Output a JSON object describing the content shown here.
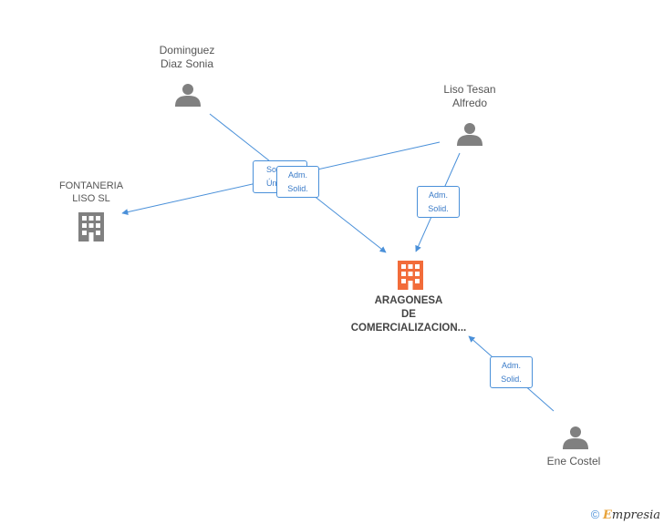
{
  "colors": {
    "edge": "#4a90d9",
    "person": "#808080",
    "company": "#808080",
    "focus_company": "#f26c3a"
  },
  "nodes": {
    "dominguez": {
      "lines": [
        "Dominguez",
        "Diaz Sonia"
      ],
      "icon": "person-icon"
    },
    "liso_tesan": {
      "lines": [
        "Liso Tesan",
        "Alfredo"
      ],
      "icon": "person-icon"
    },
    "fontaneria": {
      "lines": [
        "FONTANERIA",
        "LISO SL"
      ],
      "icon": "building-icon"
    },
    "aragonesa": {
      "lines": [
        "ARAGONESA",
        "DE",
        "COMERCIALIZACION..."
      ],
      "icon": "building-icon"
    },
    "ene_costel": {
      "lines": [
        "Ene Costel"
      ],
      "icon": "person-icon"
    }
  },
  "edge_labels": {
    "socio_unico": [
      "So",
      "Úni"
    ],
    "adm_solid_1": [
      "Adm.",
      "Solid."
    ],
    "adm_solid_2": [
      "Adm.",
      "Solid."
    ],
    "adm_solid_3": [
      "Adm.",
      "Solid."
    ]
  },
  "watermark": {
    "copyright": "©",
    "brand_initial": "E",
    "brand_rest": "mpresia"
  }
}
